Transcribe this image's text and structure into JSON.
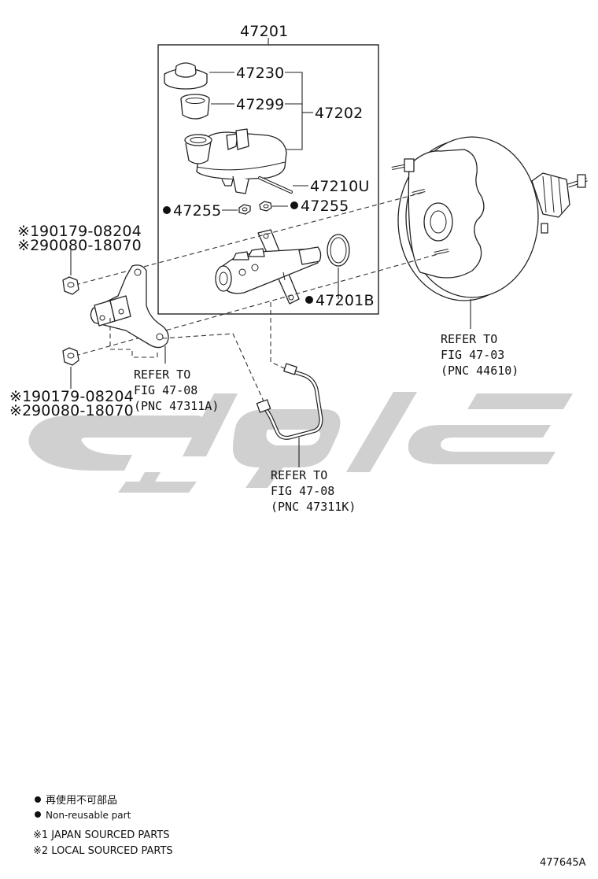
{
  "diagram": {
    "assembly_label": "47201",
    "parts": {
      "p47230": "47230",
      "p47299": "47299",
      "p47202": "47202",
      "p47210U": "47210U",
      "p47255_left": "47255",
      "p47255_right": "47255",
      "p47201B": "47201B"
    },
    "bolts_top": {
      "mark1": "※1",
      "num1": "90179-08204",
      "mark2": "※2",
      "num2": "90080-18070"
    },
    "bolts_bottom": {
      "mark1": "※1",
      "num1": "90179-08204",
      "mark2": "※2",
      "num2": "90080-18070"
    },
    "refer_booster": {
      "line1": "REFER TO",
      "line2": "FIG 47-03",
      "line3": "(PNC 44610)"
    },
    "refer_bracket": {
      "line1": "REFER TO",
      "line2": "FIG 47-08",
      "line3": "(PNC 47311A)"
    },
    "refer_tube": {
      "line1": "REFER TO",
      "line2": "FIG 47-08",
      "line3": "(PNC 47311K)"
    }
  },
  "legend": {
    "bullet_jp": "再使用不可部品",
    "bullet_en": "Non-reusable part",
    "note1": "※1 JAPAN SOURCED PARTS",
    "note2": "※2 LOCAL SOURCED PARTS"
  },
  "figure_code": "477645A",
  "colors": {
    "ink": "#111111",
    "watermark": "#c8c8c8"
  }
}
